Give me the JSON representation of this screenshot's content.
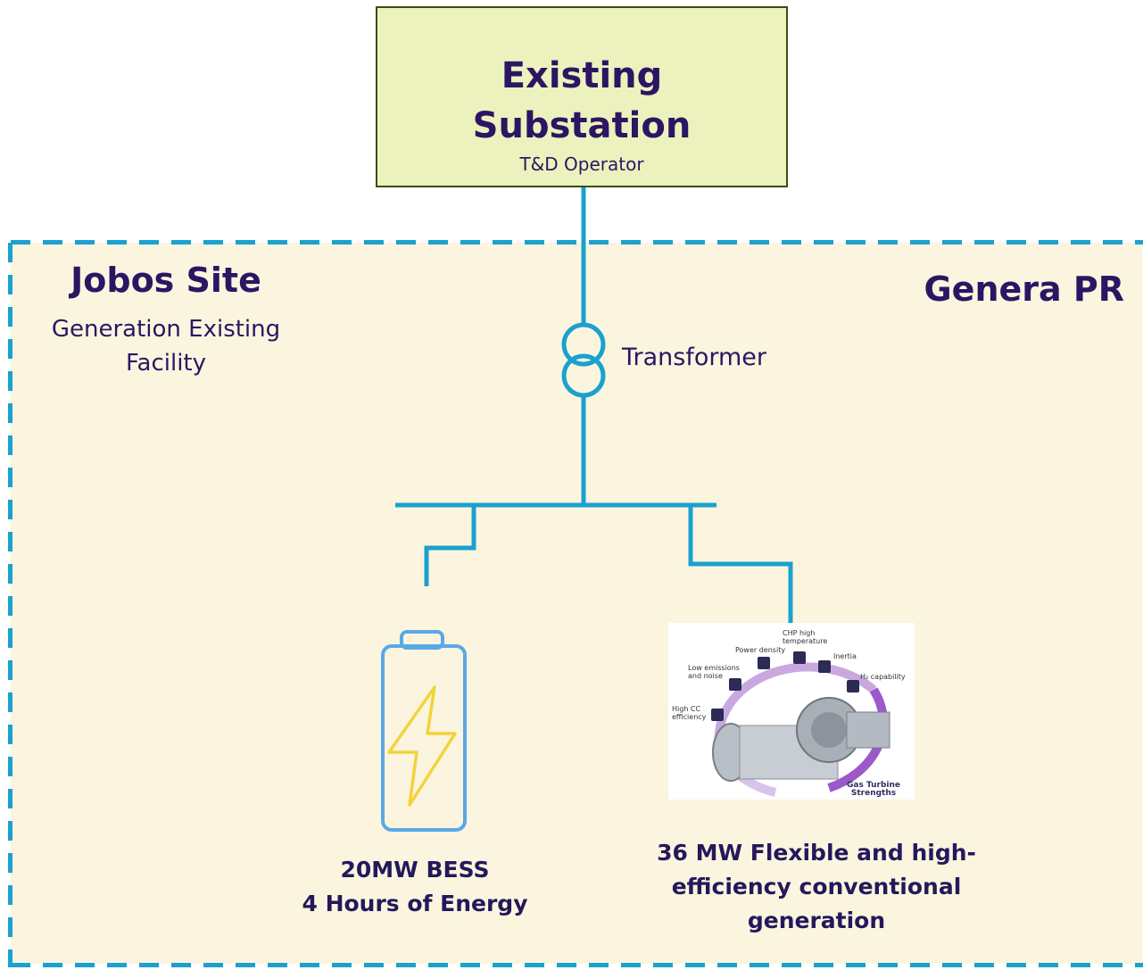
{
  "substation": {
    "title_line1": "Existing",
    "title_line2": "Substation",
    "subtitle": "T&D Operator"
  },
  "site": {
    "title": "Jobos Site",
    "subtitle_line1": "Generation Existing",
    "subtitle_line2": "Facility",
    "owner": "Genera PR"
  },
  "transformer": {
    "label": "Transformer"
  },
  "bess": {
    "line1": "20MW BESS",
    "line2": "4 Hours of Energy"
  },
  "generation": {
    "line1": "36 MW Flexible and high-",
    "line2": "efficiency conventional",
    "line3": "generation"
  },
  "turbine_image": {
    "labels": {
      "chp": "CHP high temperature",
      "power_density": "Power density",
      "inertia": "Inertia",
      "low_emissions": "Low emissions and noise",
      "h2": "H₂ capability",
      "high_cc": "High CC efficiency",
      "strengths": "Gas Turbine Strengths"
    }
  },
  "colors": {
    "wire": "#1aa1cf",
    "text": "#2c1563",
    "substation_fill": "#ecf2bd",
    "site_fill": "#fbf5df",
    "battery_outline": "#5aa8e6",
    "bolt": "#f2d43a"
  }
}
